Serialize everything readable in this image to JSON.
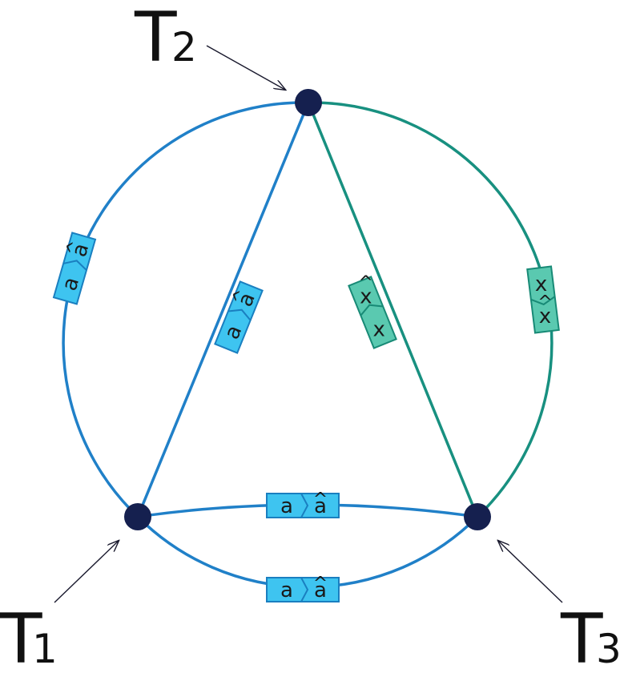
{
  "terminals": {
    "t1": {
      "main": "T",
      "sub": "1"
    },
    "t2": {
      "main": "T",
      "sub": "2"
    },
    "t3": {
      "main": "T",
      "sub": "3"
    }
  },
  "labels": {
    "a": "a",
    "a_hat_base": "a",
    "x": "x",
    "x_hat_base": "x",
    "hat": "^"
  },
  "colors": {
    "blue_wire": "#2080c8",
    "teal_wire": "#189080",
    "node": "#15204f",
    "blue_box": "#3ec4f0",
    "blue_box_stroke": "#1a7fc0",
    "teal_box": "#5ac9b0",
    "teal_box_stroke": "#188a76",
    "arrow": "#1a1a2e"
  }
}
